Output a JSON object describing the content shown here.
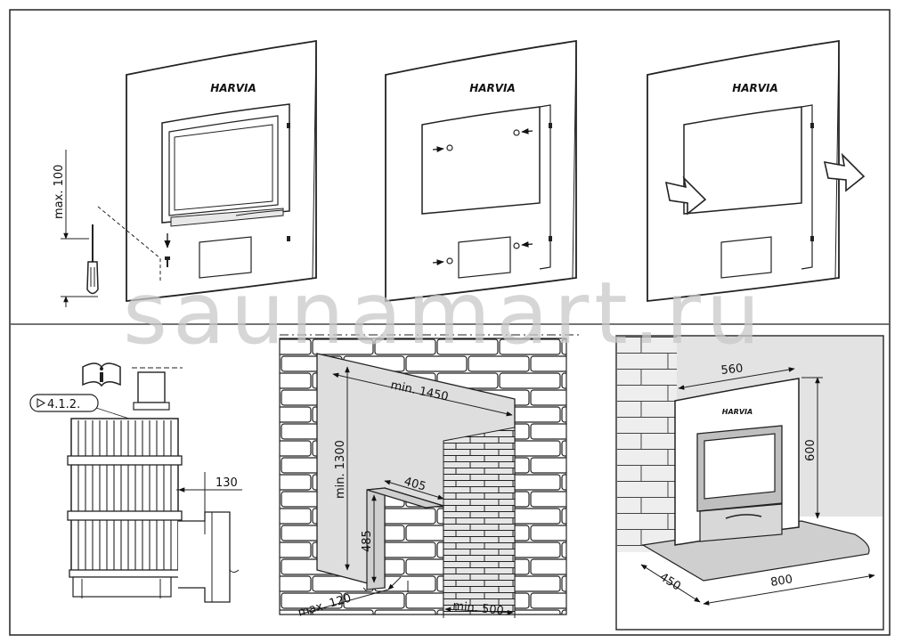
{
  "brand": "HARVIA",
  "watermark": "saunamart.ru",
  "top": {
    "height_limit": "max. 100"
  },
  "bottom_left": {
    "ref_label": "4.1.2.",
    "clearance": "130"
  },
  "bottom_center": {
    "width_min": "min. 1450",
    "height_min": "min. 1300",
    "opening_width": "405",
    "opening_height": "485",
    "depth_max": "max. 120",
    "side_min": "min. 500"
  },
  "bottom_right": {
    "frame_width": "560",
    "frame_height": "600",
    "floor_depth": "450",
    "floor_width": "800"
  }
}
